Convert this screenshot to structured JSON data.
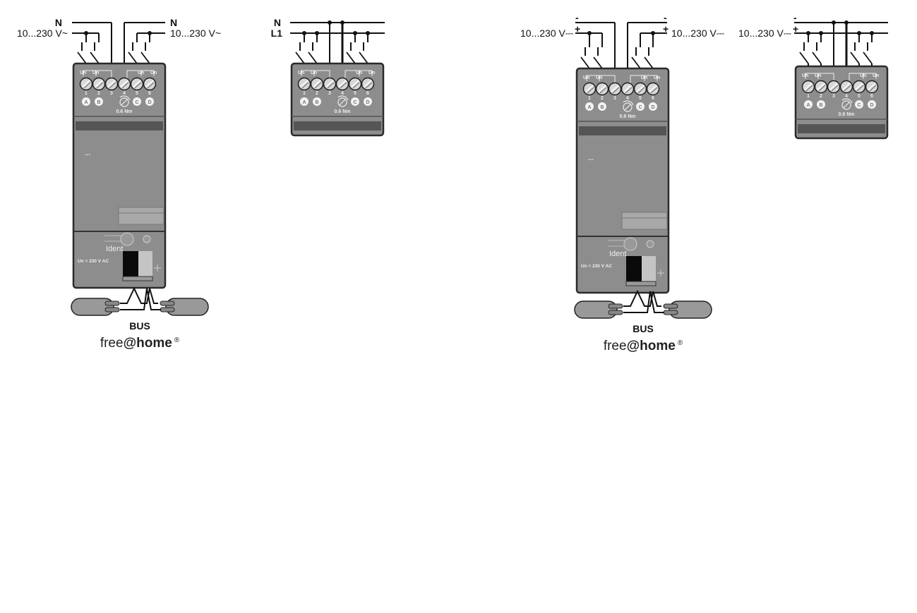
{
  "diagrams": [
    {
      "top_left": "N",
      "left_voltage": "10...230 V~",
      "top_right": "N",
      "right_voltage": "10...230 V~"
    },
    {
      "line1": "N",
      "line2": "L1"
    },
    {
      "top_left": "-",
      "left_plus": "+",
      "left_voltage": "10...230 V⎓",
      "top_right": "-",
      "right_plus": "+",
      "right_voltage": "10...230 V⎓"
    },
    {
      "top_left": "-",
      "left_plus": "+",
      "left_voltage": "10...230 V⎓"
    }
  ],
  "device": {
    "terminal_numbers": [
      "1",
      "2",
      "3",
      "4",
      "5",
      "6"
    ],
    "channel_letters": [
      "A",
      "B",
      "C",
      "D"
    ],
    "un_label": "Un",
    "torque": "0.6 Nm",
    "dots": "...",
    "ident": "Ident",
    "rated_voltage": "Un = 230 V AC"
  },
  "bus_label": "BUS",
  "brand": {
    "prefix": "free",
    "suffix": "@home",
    "reg": "®"
  }
}
